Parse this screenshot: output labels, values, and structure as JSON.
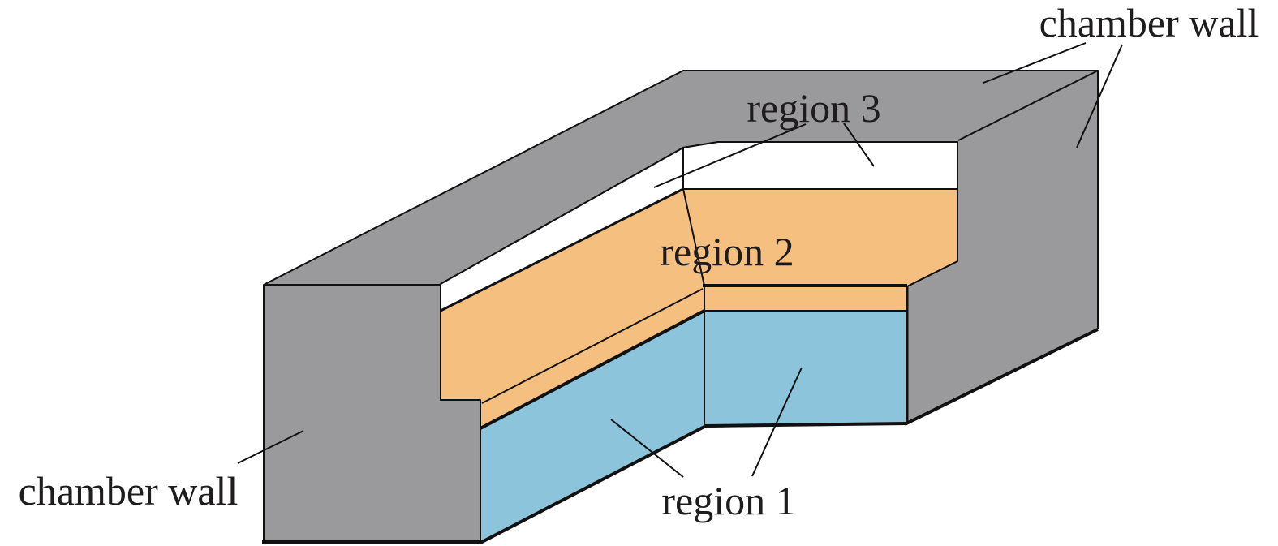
{
  "figure": {
    "title_implicit": "chamber cutaway schematic",
    "background": "#ffffff",
    "line_color": "#111111",
    "text_color": "#1f1c1d",
    "labels": {
      "chamber_wall_top": "chamber wall",
      "chamber_wall_bottom": "chamber wall",
      "region3": "region 3",
      "region2": "region 2",
      "region1": "region 1"
    },
    "colors": {
      "wall": "#9A999B",
      "region1": "#8CC4DC",
      "region2": "#F4BF7F",
      "region3": "#FFFFFF"
    },
    "regions": [
      {
        "name": "region 1",
        "fill": "#8CC4DC"
      },
      {
        "name": "region 2",
        "fill": "#F4BF7F"
      },
      {
        "name": "region 3",
        "fill": "#FFFFFF"
      },
      {
        "name": "chamber wall",
        "fill": "#9A999B"
      }
    ]
  }
}
